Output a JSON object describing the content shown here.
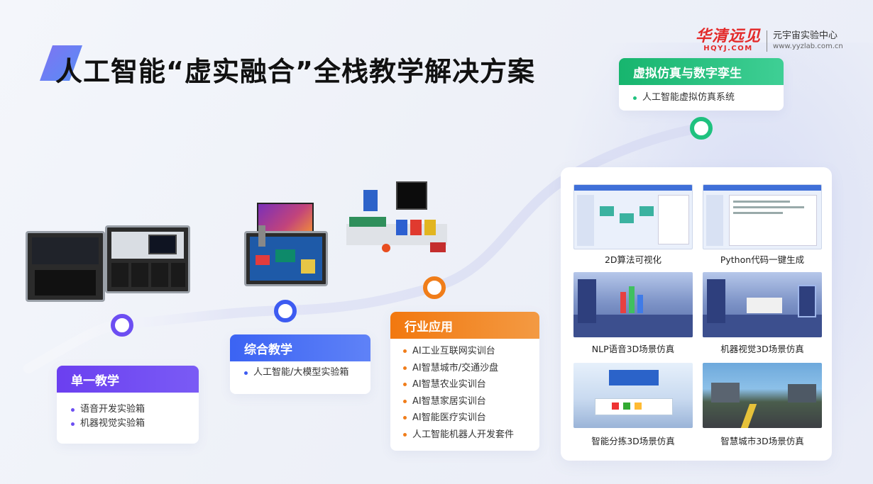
{
  "title": "人工智能“虚实融合”全栈教学解决方案",
  "logo": {
    "main_cn": "华清远见",
    "main_en": "HQYJ.COM",
    "side_cn": "元宇宙实验中心",
    "side_en": "www.yyzlab.com.cn"
  },
  "stages": [
    {
      "name": "单一教学",
      "color": "#6c4ef2",
      "items": [
        "语音开发实验箱",
        "机器视觉实验箱"
      ]
    },
    {
      "name": "综合教学",
      "color": "#3d5bf1",
      "items": [
        "人工智能/大模型实验箱"
      ]
    },
    {
      "name": "行业应用",
      "color": "#f07d1a",
      "items": [
        "AI工业互联网实训台",
        "AI智慧城市/交通沙盘",
        "AI智慧农业实训台",
        "AI智慧家居实训台",
        "AI智能医疗实训台",
        "人工智能机器人开发套件"
      ]
    },
    {
      "name": "虚拟仿真与数字孪生",
      "color": "#1fc27f",
      "items": [
        "人工智能虚拟仿真系统"
      ]
    }
  ],
  "simulations": [
    {
      "caption": "2D算法可视化",
      "style": "ui"
    },
    {
      "caption": "Python代码一键生成",
      "style": "ui"
    },
    {
      "caption": "NLP语音3D场景仿真",
      "style": "3d-blue"
    },
    {
      "caption": "机器视觉3D场景仿真",
      "style": "3d-blue"
    },
    {
      "caption": "智能分拣3D场景仿真",
      "style": "3d-sort"
    },
    {
      "caption": "智慧城市3D场景仿真",
      "style": "3d-city"
    }
  ]
}
